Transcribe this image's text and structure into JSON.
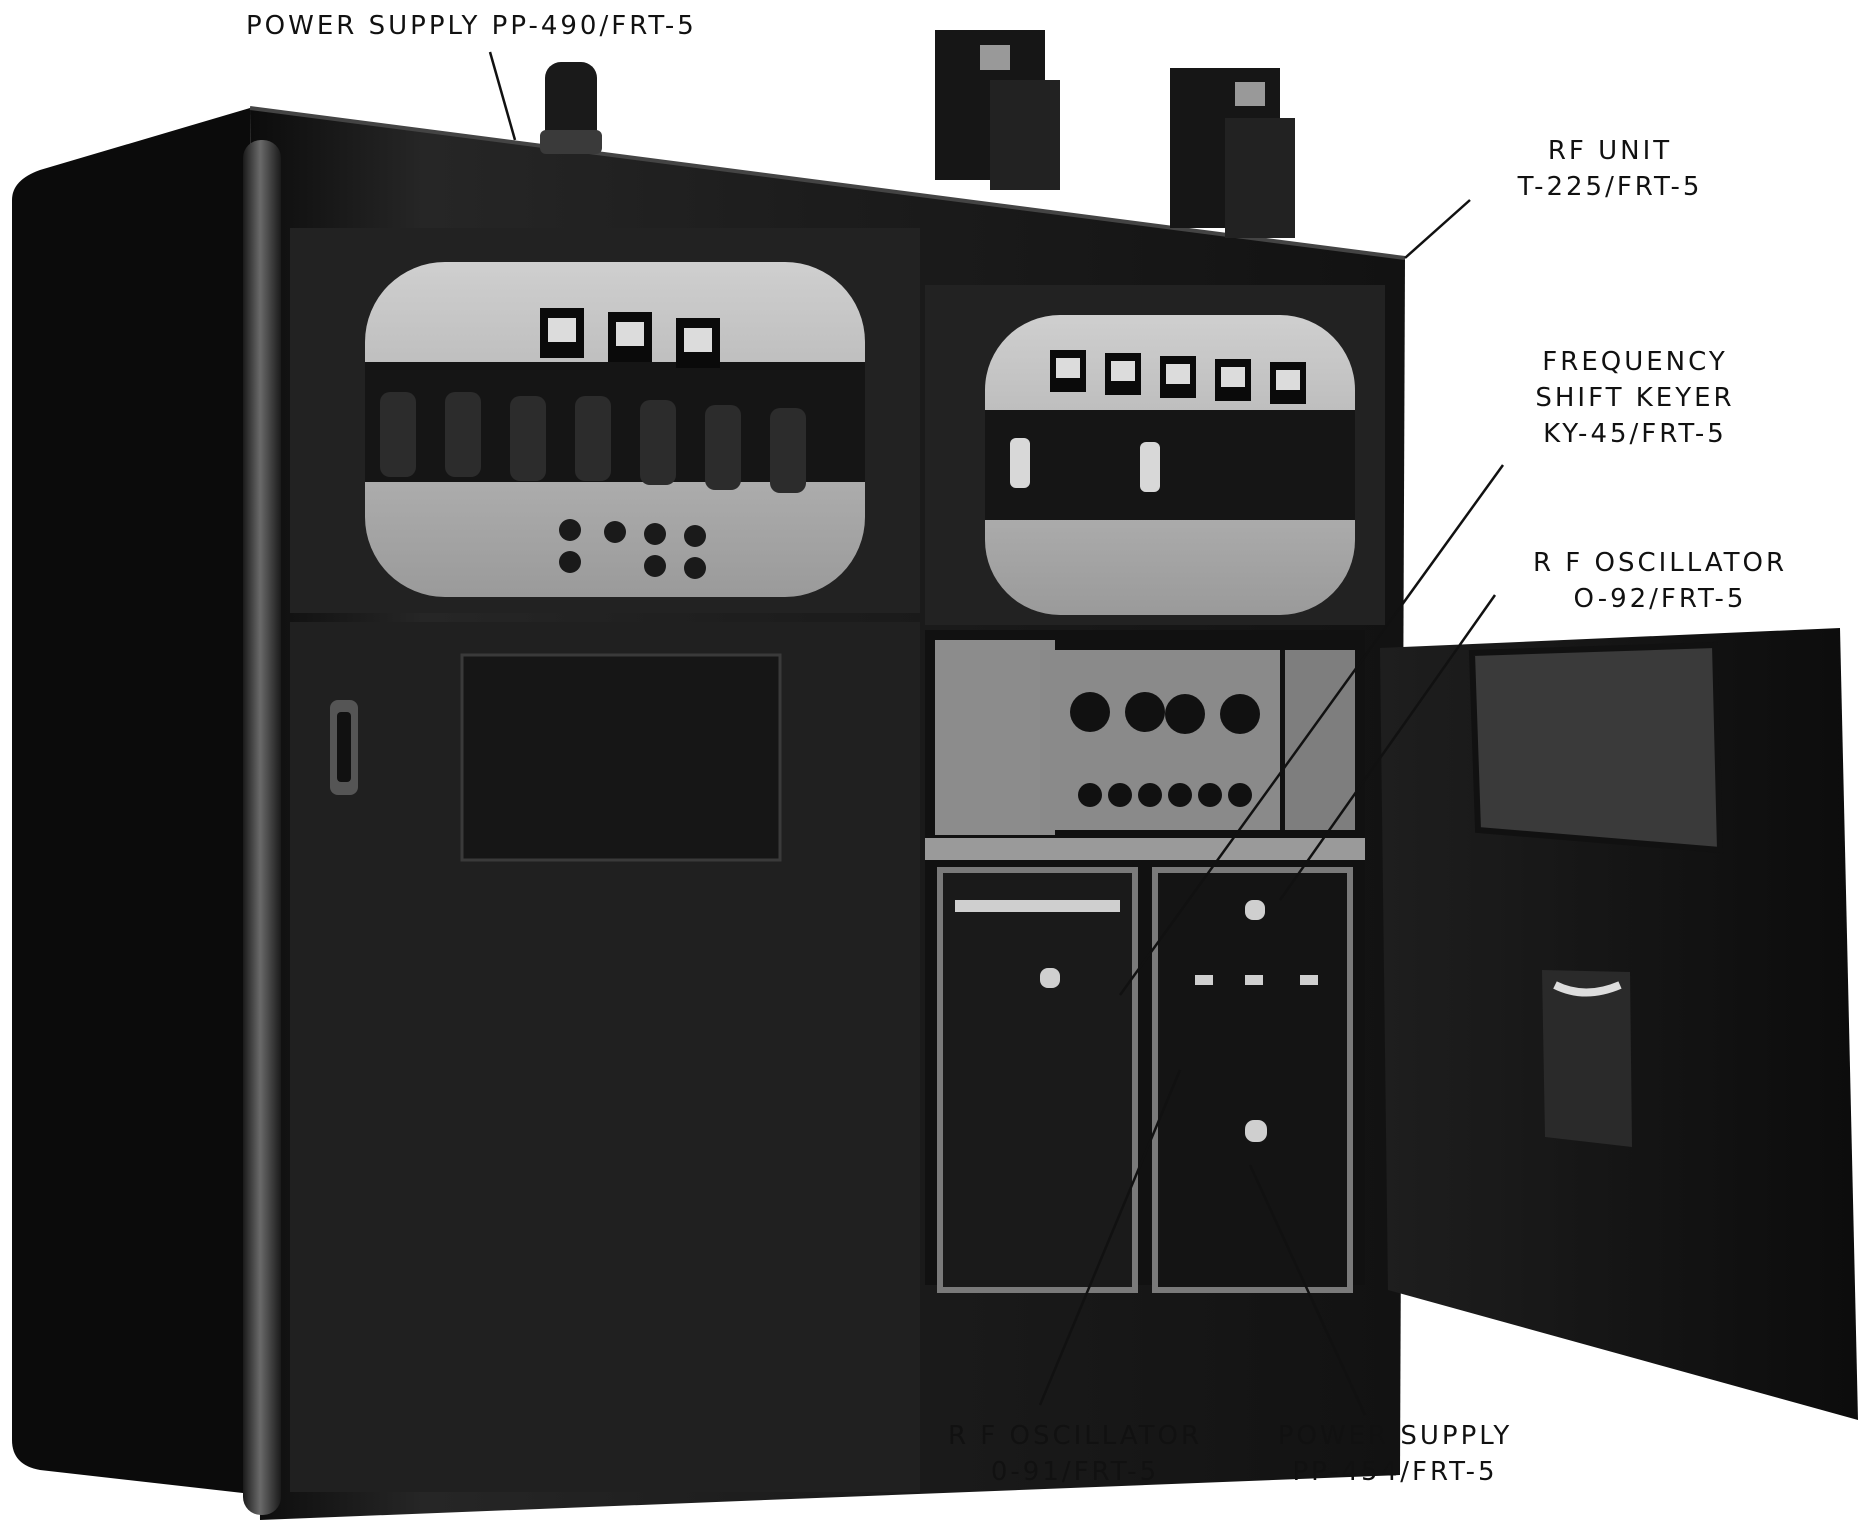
{
  "callouts": {
    "power_supply_top": {
      "line1": "POWER SUPPLY PP-490/FRT-5"
    },
    "rf_unit": {
      "line1": "RF UNIT",
      "line2": "T-225/FRT-5"
    },
    "fsk": {
      "line1": "FREQUENCY",
      "line2": "SHIFT KEYER",
      "line3": "KY-45/FRT-5"
    },
    "rf_osc_right": {
      "line1": "R F OSCILLATOR",
      "line2": "O-92/FRT-5"
    },
    "rf_osc_left": {
      "line1": "R F OSCILLATOR",
      "line2": "0-91/FRT-5"
    },
    "power_supply_bottom": {
      "line1": "POWER SUPPLY",
      "line2": "PP-454/FRT-5"
    }
  }
}
